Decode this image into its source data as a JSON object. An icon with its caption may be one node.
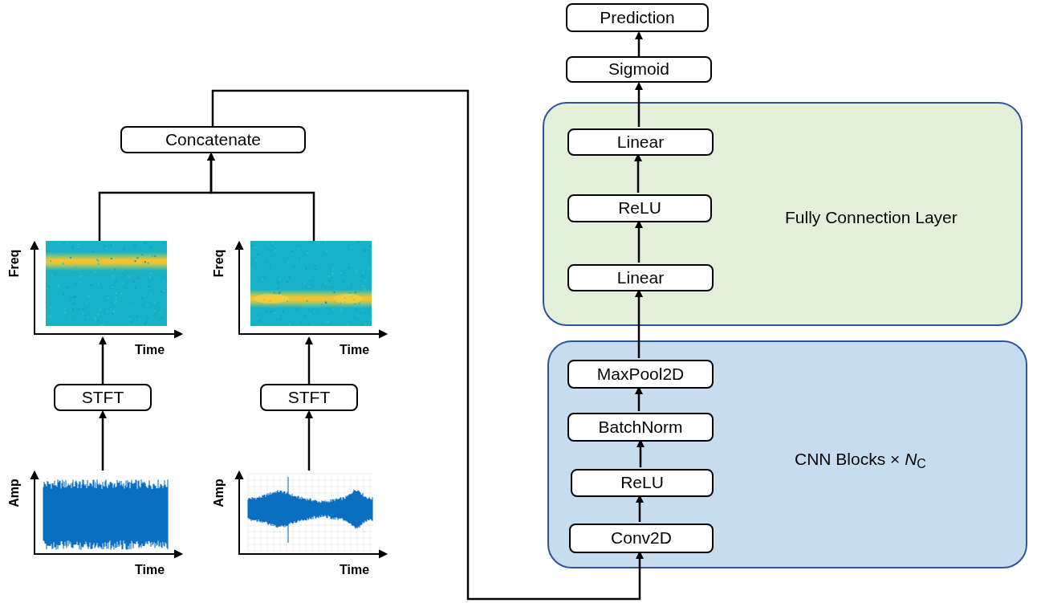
{
  "diagram": {
    "nodes": [
      {
        "text": [
          "Concatenate"
        ]
      },
      {
        "text": [],
        "shape": "picture",
        "beside": [
          "Freq",
          "Time"
        ]
      },
      {
        "text": [],
        "shape": "picture",
        "beside": [
          "Freq",
          "Time"
        ]
      },
      {
        "text": [
          "STFT"
        ]
      },
      {
        "text": [
          "STFT"
        ]
      },
      {
        "text": [],
        "shape": "picture",
        "beside": [
          "Amp",
          "Time"
        ]
      },
      {
        "text": [],
        "shape": "picture",
        "beside": [
          "Amp",
          "Time"
        ]
      },
      {
        "text": [
          "Prediction"
        ]
      },
      {
        "text": [
          "Sigmoid"
        ]
      },
      {
        "text": [
          "Fully Connection Layer"
        ]
      },
      {
        "text": [
          "Linear"
        ],
        "in": 9
      },
      {
        "text": [
          "ReLU"
        ],
        "in": 9
      },
      {
        "text": [
          "Linear"
        ],
        "in": 9
      },
      {
        "text": [
          "CNN Blocks  × *N*$_{C}$"
        ]
      },
      {
        "text": [
          "MaxPool2D"
        ],
        "in": 13
      },
      {
        "text": [
          "BatchNorm"
        ],
        "in": 13
      },
      {
        "text": [
          "ReLU"
        ],
        "in": 13
      },
      {
        "text": [
          "Conv2D"
        ],
        "in": 13
      }
    ],
    "edges": [
      {
        "from": 5,
        "to": 3,
        "arrow": "to"
      },
      {
        "from": 6,
        "to": 4,
        "arrow": "to"
      },
      {
        "from": 3,
        "to": 1,
        "arrow": "to"
      },
      {
        "from": 4,
        "to": 2,
        "arrow": "to"
      },
      {
        "from": 1,
        "to": 0,
        "arrow": "to"
      },
      {
        "from": 2,
        "to": 0,
        "arrow": "to"
      },
      {
        "from": 0,
        "to": 17,
        "arrow": "to"
      },
      {
        "from": 17,
        "to": 16,
        "arrow": "to"
      },
      {
        "from": 16,
        "to": 15,
        "arrow": "to"
      },
      {
        "from": 15,
        "to": 14,
        "arrow": "to"
      },
      {
        "from": 14,
        "to": 12,
        "arrow": "to"
      },
      {
        "from": 12,
        "to": 11,
        "arrow": "to"
      },
      {
        "from": 11,
        "to": 10,
        "arrow": "to"
      },
      {
        "from": 10,
        "to": 8,
        "arrow": "to"
      },
      {
        "from": 8,
        "to": 7,
        "arrow": "to"
      }
    ]
  }
}
